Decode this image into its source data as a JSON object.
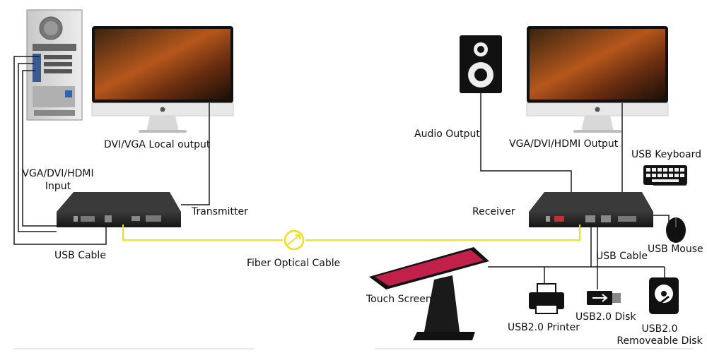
{
  "labels": {
    "dvi_vga_local_output": "DVI/VGA Local output",
    "vga_dvi_hdmi_input_line1": "VGA/DVI/HDMI",
    "vga_dvi_hdmi_input_line2": "Input",
    "transmitter": "Transmitter",
    "usb_cable_left": "USB Cable",
    "fiber_optical_cable": "Fiber Optical Cable",
    "audio_output": "Audio Output",
    "vga_dvi_hdmi_output": "VGA/DVI/HDMI Output",
    "usb_keyboard": "USB Keyboard",
    "receiver": "Receiver",
    "usb_mouse": "USB Mouse",
    "usb_cable_right": "USB Cable",
    "touch_screen": "Touch Screen",
    "usb_printer": "USB2.0 Printer",
    "usb_disk": "USB2.0 Disk",
    "usb_removable_line1": "USB2.0",
    "usb_removable_line2": "Removeable Disk"
  },
  "colors": {
    "cable": "#1a1a1a",
    "fiber": "#f0e020",
    "device": "#2a2a2a"
  }
}
